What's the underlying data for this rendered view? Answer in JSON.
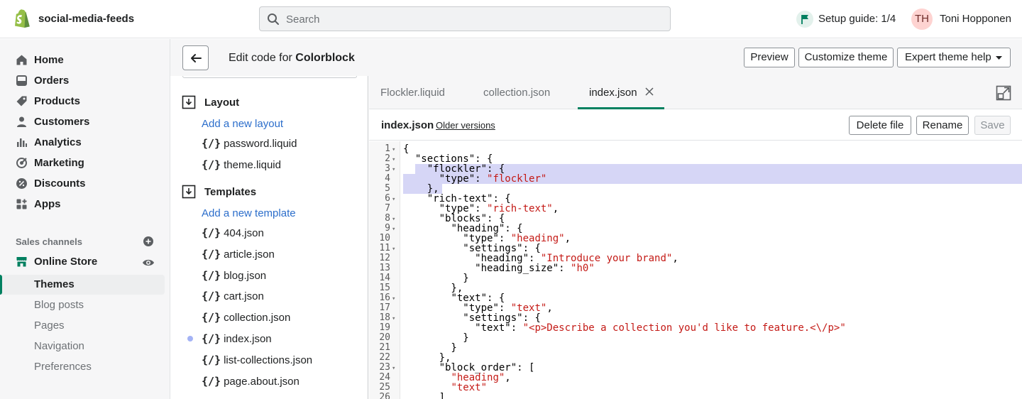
{
  "topbar": {
    "store_name": "social-media-feeds",
    "search_placeholder": "Search",
    "setup_guide": "Setup guide: 1/4",
    "avatar_initials": "TH",
    "user_name": "Toni Hopponen"
  },
  "nav": {
    "items": [
      {
        "label": "Home",
        "icon": "home-icon"
      },
      {
        "label": "Orders",
        "icon": "orders-icon"
      },
      {
        "label": "Products",
        "icon": "tag-icon"
      },
      {
        "label": "Customers",
        "icon": "person-icon"
      },
      {
        "label": "Analytics",
        "icon": "bar-chart-icon"
      },
      {
        "label": "Marketing",
        "icon": "target-icon"
      },
      {
        "label": "Discounts",
        "icon": "discount-icon"
      },
      {
        "label": "Apps",
        "icon": "apps-icon"
      }
    ],
    "sales_channels_label": "Sales channels",
    "online_store_label": "Online Store",
    "sub_items": [
      "Themes",
      "Blog posts",
      "Pages",
      "Navigation",
      "Preferences"
    ],
    "active_sub_item": "Themes"
  },
  "header": {
    "title_prefix": "Edit code for ",
    "theme_name": "Colorblock",
    "preview_label": "Preview",
    "customize_label": "Customize theme",
    "help_label": "Expert theme help"
  },
  "tree": {
    "layout_label": "Layout",
    "add_layout_label": "Add a new layout",
    "layout_files": [
      "password.liquid",
      "theme.liquid"
    ],
    "templates_label": "Templates",
    "add_template_label": "Add a new template",
    "template_files": [
      "404.json",
      "article.json",
      "blog.json",
      "cart.json",
      "collection.json",
      "index.json",
      "list-collections.json",
      "page.about.json"
    ],
    "open_file": "index.json",
    "file_glyph": "{/}"
  },
  "tabs": {
    "items": [
      "Flockler.liquid",
      "collection.json",
      "index.json"
    ],
    "active": "index.json"
  },
  "filebar": {
    "filename": "index.json",
    "older_versions_label": "Older versions",
    "delete_label": "Delete file",
    "rename_label": "Rename",
    "save_label": "Save"
  },
  "code": {
    "lines": [
      "{",
      "  \"sections\": {",
      "    \"flockler\": {",
      "      \"type\": \"flockler\"",
      "    },",
      "    \"rich-text\": {",
      "      \"type\": \"rich-text\",",
      "      \"blocks\": {",
      "        \"heading\": {",
      "          \"type\": \"heading\",",
      "          \"settings\": {",
      "            \"heading\": \"Introduce your brand\",",
      "            \"heading_size\": \"h0\"",
      "          }",
      "        },",
      "        \"text\": {",
      "          \"type\": \"text\",",
      "          \"settings\": {",
      "            \"text\": \"<p>Describe a collection you'd like to feature.<\\/p>\"",
      "          }",
      "        }",
      "      },",
      "      \"block_order\": [",
      "        \"heading\",",
      "        \"text\"",
      "      ]"
    ],
    "folded_lines": [
      1,
      2,
      3,
      6,
      8,
      9,
      11,
      16,
      18,
      23
    ],
    "highlighted_lines": [
      3,
      4,
      5
    ]
  },
  "colors": {
    "accent": "#008060",
    "link": "#2c6ecb",
    "string": "#c41a16",
    "selection": "#d6d6f6"
  }
}
